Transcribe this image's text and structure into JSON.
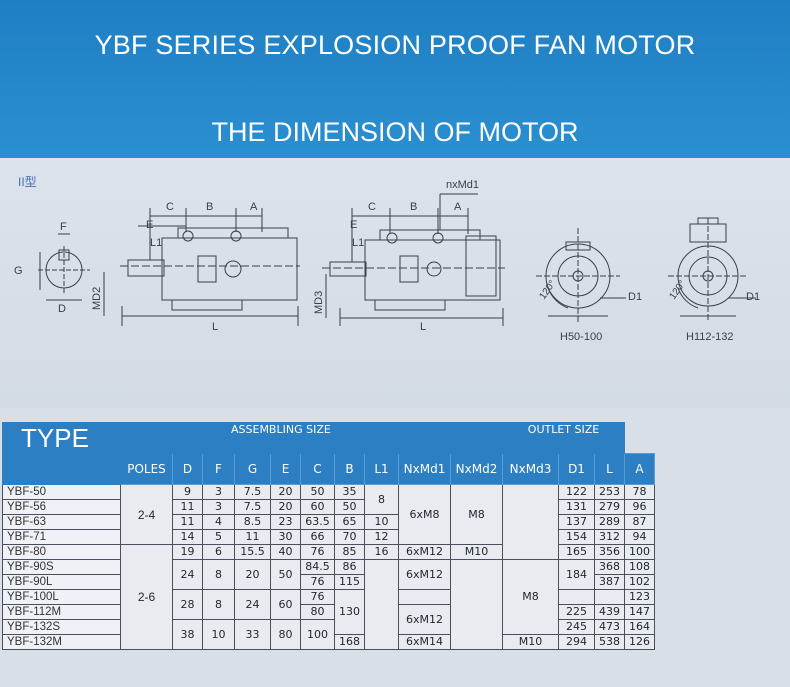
{
  "banner": {
    "title": "YBF SERIES EXPLOSION PROOF FAN MOTOR",
    "subtitle": "THE DIMENSION OF MOTOR"
  },
  "drawing": {
    "type_label": "II型",
    "labels": {
      "f": "F",
      "g": "G",
      "d": "D",
      "c": "C",
      "b": "B",
      "a": "A",
      "e": "E",
      "l1": "L1",
      "md2": "MD2",
      "md3": "MD3",
      "l": "L",
      "nxmd1": "nxMd1",
      "d1": "D1",
      "angle": "120°",
      "h50": "H50-100",
      "h112": "H112-132"
    }
  },
  "table": {
    "type_label": "TYPE",
    "assembling_label": "ASSEMBLING SIZE",
    "outlet_label": "OUTLET SIZE",
    "cols": [
      "POLES",
      "D",
      "F",
      "G",
      "E",
      "C",
      "B",
      "L1",
      "NxMd1",
      "NxMd2",
      "NxMd3",
      "D1",
      "L",
      "A"
    ],
    "models": [
      "YBF-50",
      "YBF-56",
      "YBF-63",
      "YBF-71",
      "YBF-80",
      "YBF-90S",
      "YBF-90L",
      "YBF-100L",
      "YBF-112M",
      "YBF-132S",
      "YBF-132M"
    ],
    "poles": [
      "2-4",
      "2-6"
    ],
    "D": [
      "9",
      "11",
      "11",
      "14",
      "19",
      "24",
      "28",
      "38"
    ],
    "F": [
      "3",
      "3",
      "4",
      "5",
      "6",
      "8",
      "8",
      "10"
    ],
    "G": [
      "7.5",
      "7.5",
      "8.5",
      "11",
      "15.5",
      "20",
      "24",
      "33"
    ],
    "E": [
      "20",
      "20",
      "23",
      "30",
      "40",
      "50",
      "60",
      "80"
    ],
    "C": [
      "50",
      "60",
      "63.5",
      "66",
      "76",
      "84.5",
      "76",
      "76",
      "80",
      "100"
    ],
    "B": [
      "35",
      "50",
      "65",
      "70",
      "85",
      "86",
      "115",
      "130",
      "168"
    ],
    "L1": [
      "8",
      "10",
      "12",
      "16"
    ],
    "NxMd1": [
      "6xM8",
      "6xM12",
      "6xM12",
      "6xM12",
      "6xM14"
    ],
    "NxMd2": [
      "M8",
      "M10"
    ],
    "NxMd3": [
      "M8",
      "M10"
    ],
    "D1": [
      "122",
      "131",
      "137",
      "154",
      "165",
      "184",
      "225",
      "245",
      "294"
    ],
    "L": [
      "253",
      "279",
      "289",
      "312",
      "356",
      "368",
      "387",
      "439",
      "473",
      "538"
    ],
    "A": [
      "78",
      "96",
      "87",
      "94",
      "100",
      "108",
      "102",
      "123",
      "147",
      "164",
      "126"
    ]
  },
  "colors": {
    "banner_blue": "#2a8fd0",
    "header_blue": "#2c7fc3",
    "drawing_line": "#3a3f4a"
  }
}
